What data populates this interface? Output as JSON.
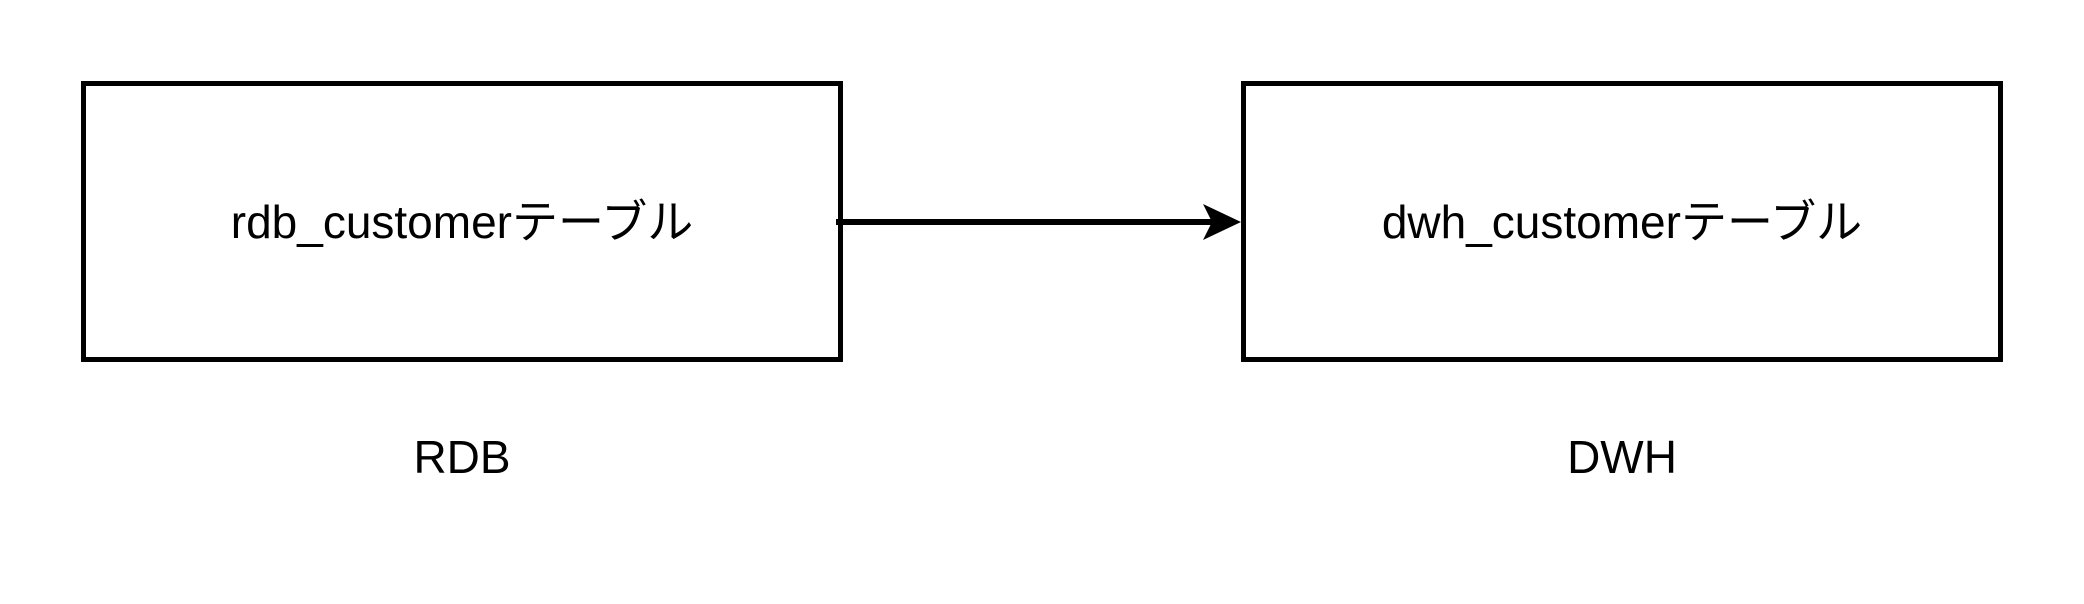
{
  "diagram": {
    "background_color": "#ffffff",
    "stroke_color": "#000000",
    "nodes": [
      {
        "id": "rdb-table",
        "label": "rdb_customerテーブル",
        "caption": "RDB"
      },
      {
        "id": "dwh-table",
        "label": "dwh_customerテーブル",
        "caption": "DWH"
      }
    ],
    "edges": [
      {
        "id": "rdb-to-dwh",
        "from": "rdb-table",
        "to": "dwh-table",
        "label": "",
        "arrowhead": "filled-barbed-triangle",
        "direction": "left-to-right"
      }
    ]
  }
}
